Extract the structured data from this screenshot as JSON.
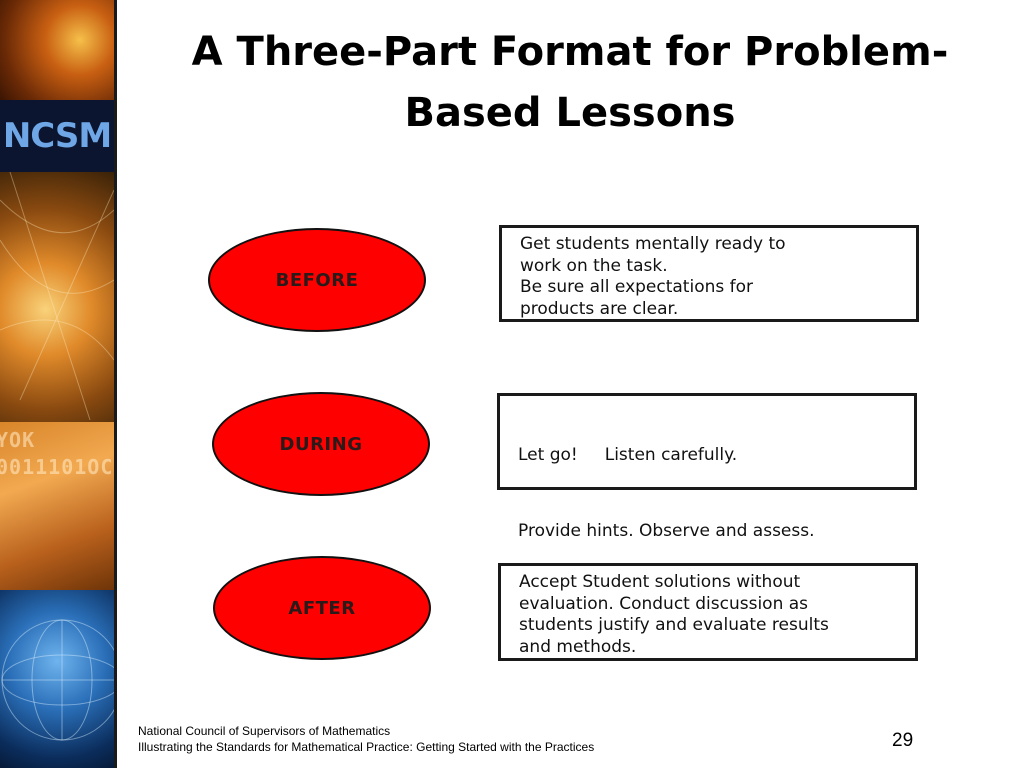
{
  "sidebar": {
    "logo_text": "NCSM",
    "binary_fragments": [
      "YOK",
      "0011101OC"
    ]
  },
  "title": {
    "line1": "A Three-Part Format for Problem-",
    "line2": "Based Lessons"
  },
  "phases": [
    {
      "label": "BEFORE",
      "lines": [
        "Get students mentally ready to",
        "work on the task.",
        "Be sure all expectations for",
        "products are clear."
      ]
    },
    {
      "label": "DURING",
      "lines": [
        "Let go!     Listen carefully.",
        "Provide hints. Observe and assess."
      ]
    },
    {
      "label": "AFTER",
      "lines": [
        "Accept Student solutions without",
        "evaluation.  Conduct discussion as",
        "students justify and evaluate results",
        "and methods."
      ]
    }
  ],
  "footer": {
    "line1": "National Council of Supervisors of Mathematics",
    "line2": "Illustrating the Standards for Mathematical Practice: Getting Started with the Practices"
  },
  "slide_number": "29",
  "colors": {
    "oval_fill": "#ff0000",
    "box_border": "#1a1a1a",
    "logo": "#6ea6e6"
  }
}
